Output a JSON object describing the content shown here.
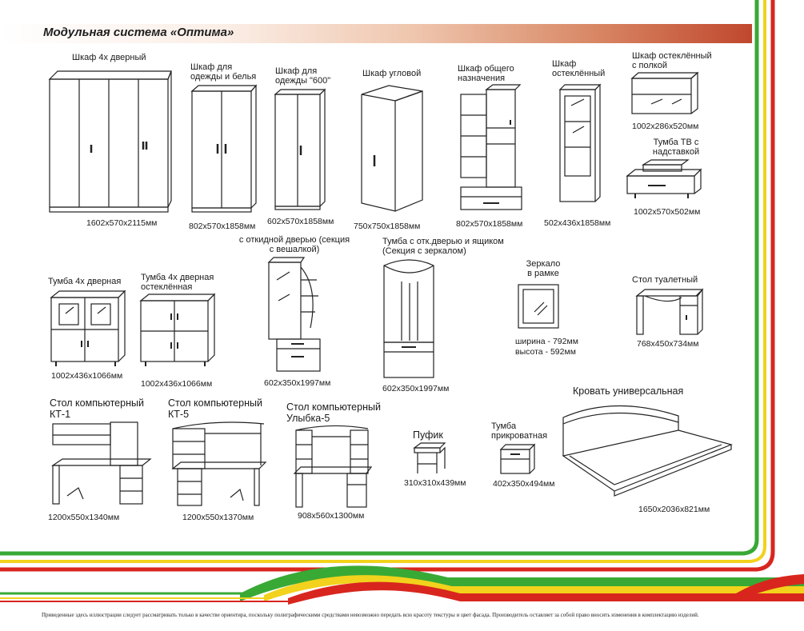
{
  "header": {
    "title": "Модульная система «Оптима»"
  },
  "items": [
    {
      "id": "wardrobe-4door",
      "label": "Шкаф 4х дверный",
      "dims": "1602x570x2115мм"
    },
    {
      "id": "wardrobe-clothes-linen",
      "label": "Шкаф для одежды и белья",
      "dims": "802x570x1858мм"
    },
    {
      "id": "wardrobe-clothes-600",
      "label": "Шкаф для одежды \"600\"",
      "dims": "602x570x1858мм"
    },
    {
      "id": "wardrobe-corner",
      "label": "Шкаф угловой",
      "dims": "750x750x1858мм"
    },
    {
      "id": "wardrobe-general",
      "label": "Шкаф общего назначения",
      "dims": "802x570x1858мм"
    },
    {
      "id": "cabinet-glazed",
      "label": "Шкаф остеклённый",
      "dims": "502x436x1858мм"
    },
    {
      "id": "cabinet-glazed-shelf",
      "label": "Шкаф остеклённый с полкой",
      "dims": "1002x286x520мм"
    },
    {
      "id": "tv-stand",
      "label": "Тумба ТВ с надставкой",
      "dims": "1002x570x502мм"
    },
    {
      "id": "hall-folding-door",
      "label": "с откидной дверью (секция с вешалкой)",
      "dims": "602x350x1997мм"
    },
    {
      "id": "hall-stand-mirror",
      "label": "Тумба с отк.дверью и ящиком (Секция с зеркалом)",
      "dims": "602x350x1997мм"
    },
    {
      "id": "mirror-frame",
      "label": "Зеркало в рамке",
      "dims": "ширина - 792мм высота - 592мм"
    },
    {
      "id": "dressing-table",
      "label": "Стол туалетный",
      "dims": "768x450x734мм"
    },
    {
      "id": "cabinet-4door",
      "label": "Тумба 4х дверная",
      "dims": "1002x436x1066мм"
    },
    {
      "id": "cabinet-4door-glazed",
      "label": "Тумба 4х дверная остеклённая",
      "dims": "1002x436x1066мм"
    },
    {
      "id": "computer-desk-kt1",
      "label": "Стол компьютерный КТ-1",
      "dims": "1200x550x1340мм"
    },
    {
      "id": "computer-desk-kt5",
      "label": "Стол компьютерный КТ-5",
      "dims": "1200x550x1370мм"
    },
    {
      "id": "computer-desk-smile5",
      "label": "Стол компьютерный Улыбка-5",
      "dims": "908x560x1300мм"
    },
    {
      "id": "pouf",
      "label": "Пуфик",
      "dims": "310x310x439мм"
    },
    {
      "id": "bedside-table",
      "label": "Тумба прикроватная",
      "dims": "402x350x494мм"
    },
    {
      "id": "bed-universal",
      "label": "Кровать универсальная",
      "dims": "1650x2036x821мм"
    }
  ],
  "footer": {
    "note": "Приведенные здесь иллюстрации следует рассматривать только в качестве ориентира, поскольку полиграфическими средствами невозможно передать всю красоту текстуры и цвет фасада. Производитель оставляет за собой право вносить изменения в комплектацию изделий."
  },
  "colors": {
    "green": "#39a935",
    "yellow": "#f2d21c",
    "red": "#d8261e",
    "line": "#222222"
  }
}
